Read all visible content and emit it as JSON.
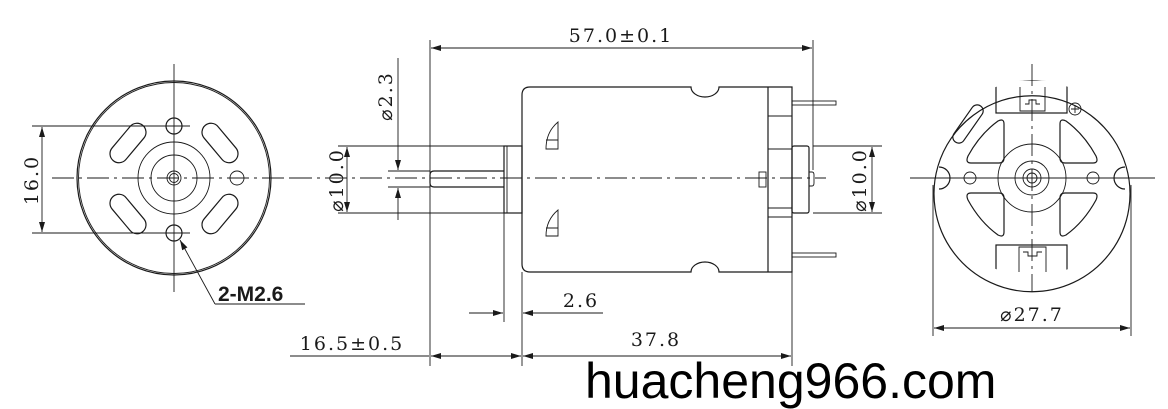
{
  "drawing": {
    "left_view": {
      "hole_spacing": "16.0",
      "mount_callout": "2-M2.6"
    },
    "side_view": {
      "overall_length": "57.0±0.1",
      "shaft_diameter": "⌀2.3",
      "boss_diameter_front": "⌀10.0",
      "boss_diameter_rear": "⌀10.0",
      "boss_length": "2.6",
      "shaft_length": "16.5±0.5",
      "body_length": "37.8"
    },
    "right_view": {
      "body_diameter": "⌀27.7"
    },
    "watermark": "huacheng966.com"
  }
}
